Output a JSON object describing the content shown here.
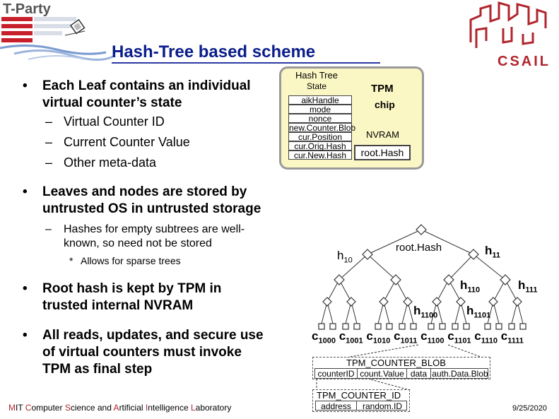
{
  "header": {
    "logo_text": "T-Party",
    "title": "Hash-Tree based scheme",
    "csail_logo_text": "CSAIL"
  },
  "bullets": {
    "b1": "Each Leaf contains an individual virtual counter’s state",
    "b1_line1": "Each Leaf contains an individual",
    "b1_line2": "virtual counter’s state",
    "b1_sub": [
      "Virtual Counter ID",
      "Current Counter Value",
      "Other meta-data"
    ],
    "b2_line1": "Leaves and nodes are stored by",
    "b2_line2": "untrusted OS in untrusted storage",
    "b2_sub_line1": "Hashes for empty subtrees are well-",
    "b2_sub_line2": "known, so need not be stored",
    "b2_subsub": "Allows for sparse trees",
    "b3_line1": "Root hash is kept by TPM in",
    "b3_line2": "trusted internal NVRAM",
    "b4_line1": "All reads, updates, and secure use",
    "b4_line2": "of virtual counters must invoke",
    "b4_line3": "TPM as final step",
    "bullet_glyph": "•",
    "dash_glyph": "–",
    "star_glyph": "*"
  },
  "tpm": {
    "hash_tree_title_1": "Hash Tree",
    "hash_tree_title_2": "State",
    "fields": [
      "aikHandle",
      "mode",
      "nonce",
      "new.Counter.Blob",
      "cur.Position",
      "cur.Orig.Hash",
      "cur.New.Hash"
    ],
    "chip_label_1": "TPM",
    "chip_label_2": "chip",
    "nvram_label": "NVRAM",
    "root_hash_label": "root.Hash"
  },
  "tree": {
    "root_label": "root.Hash",
    "h10": {
      "base": "h",
      "sub": "10"
    },
    "h11": {
      "base": "h",
      "sub": "11"
    },
    "h110": {
      "base": "h",
      "sub": "110"
    },
    "h111": {
      "base": "h",
      "sub": "111"
    },
    "h1100": {
      "base": "h",
      "sub": "1100"
    },
    "h1101": {
      "base": "h",
      "sub": "1101"
    },
    "counters": [
      {
        "base": "c",
        "sub": "1000"
      },
      {
        "base": "c",
        "sub": "1001"
      },
      {
        "base": "c",
        "sub": "1010"
      },
      {
        "base": "c",
        "sub": "1011"
      },
      {
        "base": "c",
        "sub": "1100"
      },
      {
        "base": "c",
        "sub": "1101"
      },
      {
        "base": "c",
        "sub": "1110"
      },
      {
        "base": "c",
        "sub": "1111"
      }
    ]
  },
  "blob": {
    "title": "TPM_COUNTER_BLOB",
    "fields": [
      "counterID",
      "count.Value",
      "data",
      "auth.Data.Blob"
    ]
  },
  "counter_id": {
    "title": "TPM_COUNTER_ID",
    "fields": [
      "address",
      "random.ID"
    ]
  },
  "footer": {
    "lab_parts": [
      {
        "text": "M",
        "hl": true
      },
      {
        "text": "IT ",
        "hl": false
      },
      {
        "text": "C",
        "hl": true
      },
      {
        "text": "omputer ",
        "hl": false
      },
      {
        "text": "S",
        "hl": true
      },
      {
        "text": "cience and ",
        "hl": false
      },
      {
        "text": "A",
        "hl": true
      },
      {
        "text": "rtificial ",
        "hl": false
      },
      {
        "text": "I",
        "hl": true
      },
      {
        "text": "ntelligence ",
        "hl": false
      },
      {
        "text": "L",
        "hl": true
      },
      {
        "text": "aboratory",
        "hl": false
      }
    ],
    "date": "9/25/2020"
  },
  "colors": {
    "title": "#0a1d8a",
    "tpm_box_fill": "#fbf7c4",
    "lab_highlight": "#b0252e",
    "tparty_red": "#c8202a"
  }
}
